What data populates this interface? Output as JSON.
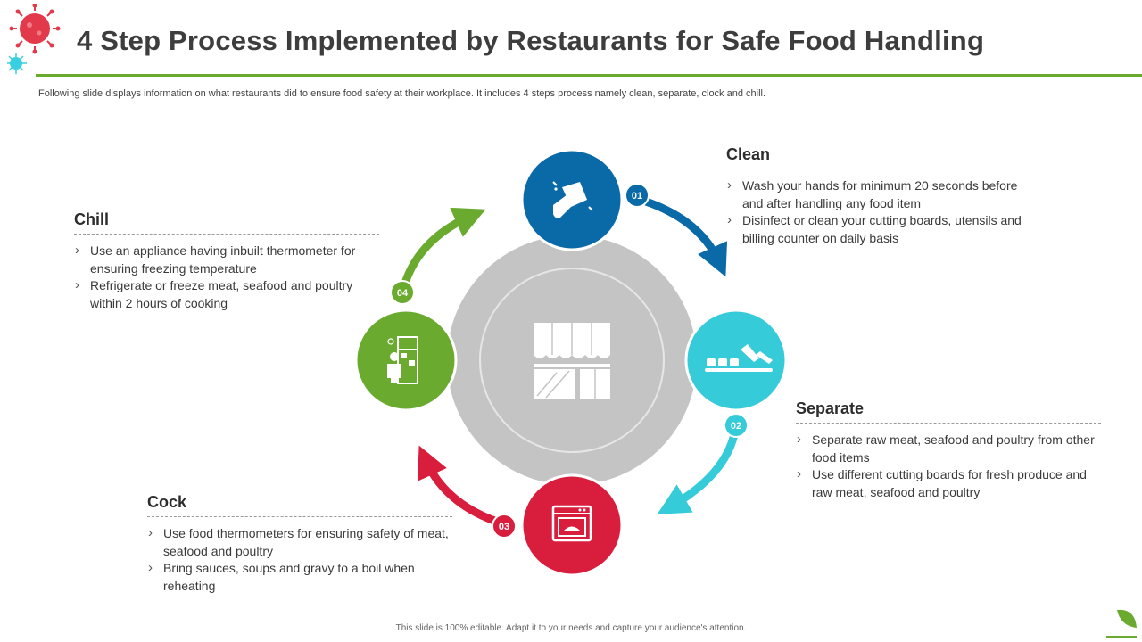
{
  "header": {
    "title": "4 Step Process Implemented by Restaurants for Safe Food Handling",
    "subtitle": "Following slide displays information on what restaurants did to ensure food safety at  their workplace. It includes 4 steps process namely clean, separate, clock and chill."
  },
  "steps": [
    {
      "number": "01",
      "heading": "Clean",
      "color": "#0a6aa8",
      "icon": "hand-wiping-icon",
      "bullets": [
        "Wash your hands for minimum  20 seconds before and after handling any food item",
        "Disinfect or clean your cutting boards, utensils and billing counter on daily basis"
      ]
    },
    {
      "number": "02",
      "heading": "Separate",
      "color": "#36cbd9",
      "icon": "cutting-board-knife-icon",
      "bullets": [
        "Separate raw meat, seafood and poultry from other food items",
        "Use different cutting boards for fresh produce and raw meat, seafood and poultry"
      ]
    },
    {
      "number": "03",
      "heading": "Cock",
      "color": "#d81d3d",
      "icon": "oven-icon",
      "bullets": [
        "Use food thermometers  for ensuring safety of meat, seafood and poultry",
        "Bring sauces, soups and gravy to a boil when reheating"
      ]
    },
    {
      "number": "04",
      "heading": "Chill",
      "color": "#6aaa2f",
      "icon": "person-refrigerator-icon",
      "bullets": [
        "Use an appliance having inbuilt thermometer  for ensuring freezing temperature",
        "Refrigerate or freeze meat, seafood and poultry within 2 hours of cooking"
      ]
    }
  ],
  "center": {
    "icon": "restaurant-storefront-icon",
    "color": "#c4c4c4"
  },
  "footer": {
    "note": "This slide is 100% editable. Adapt it to your needs and capture your audience's attention."
  }
}
